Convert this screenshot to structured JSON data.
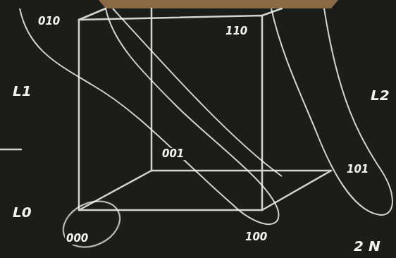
{
  "diagram": {
    "labels": [
      "010",
      "110",
      "001",
      "101",
      "000",
      "100",
      "L1",
      "L2",
      "L0",
      "2 N"
    ]
  }
}
